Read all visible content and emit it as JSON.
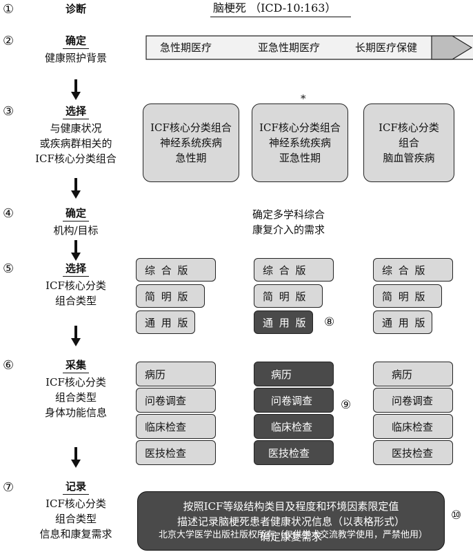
{
  "steps": [
    {
      "num": "①",
      "head": "诊断",
      "lines": []
    },
    {
      "num": "②",
      "head": "确定",
      "lines": [
        "健康照护背景"
      ]
    },
    {
      "num": "③",
      "head": "选择",
      "lines": [
        "与健康状况",
        "或疾病群相关的",
        "ICF核心分类组合"
      ]
    },
    {
      "num": "④",
      "head": "确定",
      "lines": [
        "机构/目标"
      ]
    },
    {
      "num": "⑤",
      "head": "选择",
      "lines": [
        "ICF核心分类",
        "组合类型"
      ]
    },
    {
      "num": "⑥",
      "head": "采集",
      "lines": [
        "ICF核心分类",
        "组合类型",
        "身体功能信息"
      ]
    },
    {
      "num": "⑦",
      "head": "记录",
      "lines": [
        "ICF核心分类",
        "组合类型",
        "信息和康复需求"
      ]
    }
  ],
  "diagnosis": "脑梗死 （ICD-10:163）",
  "care_phases": [
    "急性期医疗",
    "亚急性期医疗",
    "长期医疗保健"
  ],
  "asterisk": "*",
  "core_sets": [
    [
      "ICF核心分类组合",
      "神经系统疾病",
      "急性期"
    ],
    [
      "ICF核心分类组合",
      "神经系统疾病",
      "亚急性期"
    ],
    [
      "ICF核心分类",
      "组合",
      "脑血管疾病"
    ]
  ],
  "needs_text": [
    "确定多学科综合",
    "康复介入的需求"
  ],
  "set_types": [
    "综 合 版",
    "简 明 版",
    "通 用 版"
  ],
  "collection": [
    "病历",
    "问卷调查",
    "临床检查",
    "医技检查"
  ],
  "markers": {
    "m8": "⑧",
    "m9": "⑨",
    "m10": "⑩"
  },
  "record_text": [
    "按照ICF等级结构类目及程度和环境因素限定值",
    "描述记录脑梗死患者健康状况信息（以表格形式）",
    "确定康复需求"
  ],
  "watermark": "北京大学医学出版社版权所有（仅供学术交流教学使用，严禁他用）",
  "colors": {
    "box_fill": "#d9d9d9",
    "dark_fill": "#4a4a4a"
  }
}
